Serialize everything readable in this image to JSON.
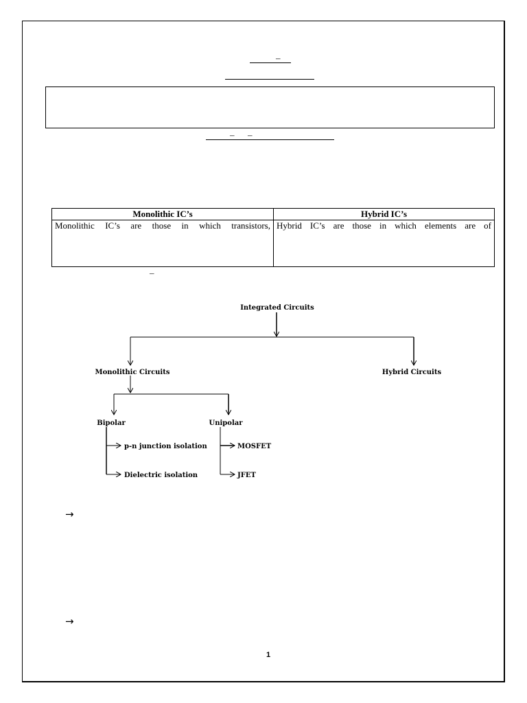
{
  "heading": {
    "dash_1": "–",
    "dash_2": "–",
    "dash_3": "–",
    "dash_4": "–"
  },
  "comparison_table": {
    "headers": [
      "Monolithic IC’s",
      "Hybrid IC’s"
    ],
    "row": [
      "Monolithic IC’s are those in which transistors,",
      "Hybrid IC’s are those in which elements are of"
    ]
  },
  "classification_tree": {
    "root": "Integrated Circuits",
    "level1": [
      "Monolithic Circuits",
      "Hybrid Circuits"
    ],
    "level2": [
      "Bipolar",
      "Unipolar"
    ],
    "bipolar_children": [
      "p-n junction isolation",
      "Dielectric isolation"
    ],
    "unipolar_children": [
      "MOSFET",
      "JFET"
    ]
  },
  "bullets": [
    "→",
    "→"
  ],
  "page_number": "1"
}
